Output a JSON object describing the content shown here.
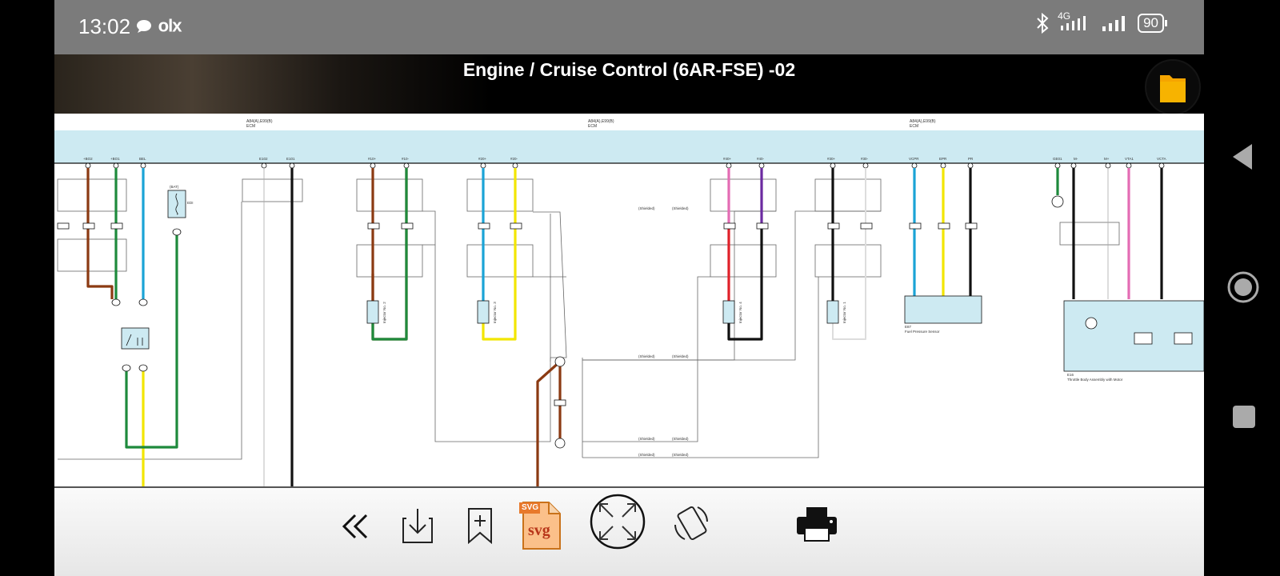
{
  "status_bar": {
    "time": "13:02",
    "notification_icons": [
      "chat-bubble-icon",
      "olx-icon"
    ],
    "olx_label": "olx",
    "network": "4G",
    "battery": "90",
    "status_icons": [
      "bluetooth-icon",
      "signal-4g-icon",
      "signal-icon",
      "battery-icon"
    ]
  },
  "app": {
    "title": "Engine / Cruise Control (6AR-FSE) -02",
    "folder_icon": "folder-icon"
  },
  "diagram": {
    "section_headers": [
      {
        "code": "A84(A),E99(B)",
        "name": "ECM"
      },
      {
        "code": "A84(A),E99(B)",
        "name": "ECM"
      },
      {
        "code": "A84(A),E99(B)",
        "name": "ECM"
      }
    ],
    "top_pins": [
      "+BO2",
      "+BO1",
      "BEL",
      "E102",
      "E101",
      "#10+",
      "#10-",
      "#20+",
      "#20-",
      "#40+",
      "#40-",
      "#30+",
      "#30-",
      "VCPR",
      "EPR",
      "PR",
      "GE01",
      "M-",
      "M+",
      "VTA1",
      "VCTA"
    ],
    "shielded_label": "(Shielded)",
    "components": [
      {
        "id": "E87",
        "name": "Fuel Pressure Sensor"
      },
      {
        "id": "E16",
        "name": "Throttle Body Assembly with Motor"
      }
    ],
    "fuse": "EDI",
    "fuse_label": "(BAT)",
    "injector_labels": [
      "Injector No. 2",
      "Injector No. 3",
      "Injector No. 4",
      "Injector No. 1"
    ],
    "colors": {
      "band": "#cdeaf2",
      "wire_yellow": "#f2e600",
      "wire_blue": "#1aa3d6",
      "wire_green": "#1e8a3c",
      "wire_brown": "#8b3a12",
      "wire_red": "#e0212a",
      "wire_pink": "#e46cb4",
      "wire_purple": "#6b2aa0",
      "wire_black": "#111111"
    }
  },
  "toolbar": {
    "buttons": [
      {
        "name": "back-double-chevron-icon"
      },
      {
        "name": "download-icon"
      },
      {
        "name": "bookmark-add-icon"
      },
      {
        "name": "svg-file-icon",
        "label": "svg",
        "badge": "SVG"
      },
      {
        "name": "fullscreen-expand-icon"
      },
      {
        "name": "rotate-screen-icon"
      },
      {
        "name": "print-icon"
      }
    ]
  },
  "nav_bar": {
    "buttons": [
      "back-triangle-icon",
      "home-circle-icon",
      "recents-square-icon"
    ]
  }
}
